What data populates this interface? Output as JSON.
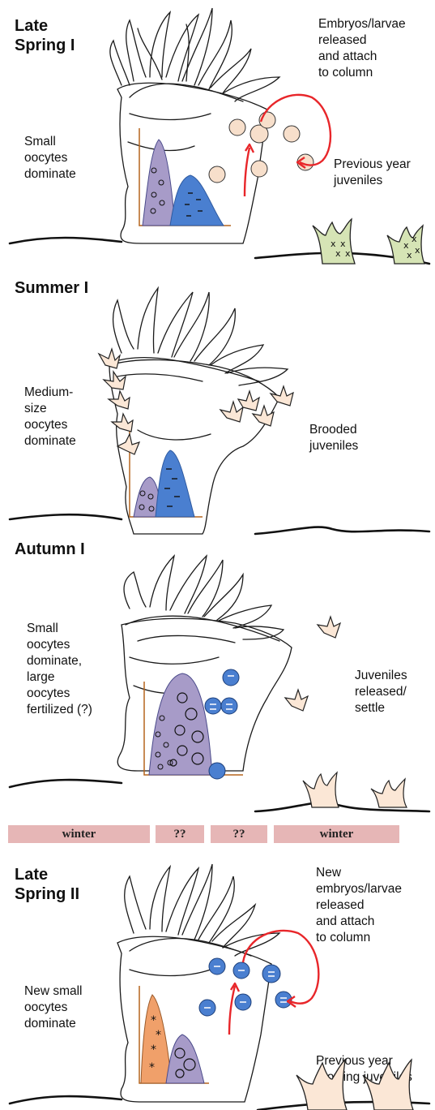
{
  "panels": [
    {
      "title": "Late\nSpring I",
      "left_label": "Small\noocytes\ndominate",
      "right_top_label": "Embryos/larvae\nreleased\nand attach\nto column",
      "right_bottom_label": "Previous year\njuveniles"
    },
    {
      "title": "Summer I",
      "left_label": "Medium-\nsize\noocytes\ndominate",
      "right_label": "Brooded\njuveniles"
    },
    {
      "title": "Autumn I",
      "left_label": "Small\noocytes\ndominate,\nlarge\noocytes\nfertilized (?)",
      "right_label": "Juveniles\nreleased/\nsettle"
    },
    {
      "title": "Late\nSpring II",
      "left_label": "New small\noocytes\ndominate",
      "right_top_label": "New\nembryos/larvae\nreleased\nand attach\nto column",
      "right_bottom_label": "Previous year\ngrowing juveniles"
    }
  ],
  "seasons": [
    "winter",
    "??",
    "??",
    "winter"
  ],
  "colors": {
    "purple_oocytes": "#a79bc8",
    "blue_oocytes": "#4a7fd0",
    "orange_oocytes": "#f0a06a",
    "embryo": "#f7dfcb",
    "juvenile_green": "#d6e4b5",
    "juvenile_pink": "#fbe7d6",
    "arrow_red": "#e8262a",
    "axis_brown": "#b5651d",
    "season_bar": "#e6b6b6"
  }
}
